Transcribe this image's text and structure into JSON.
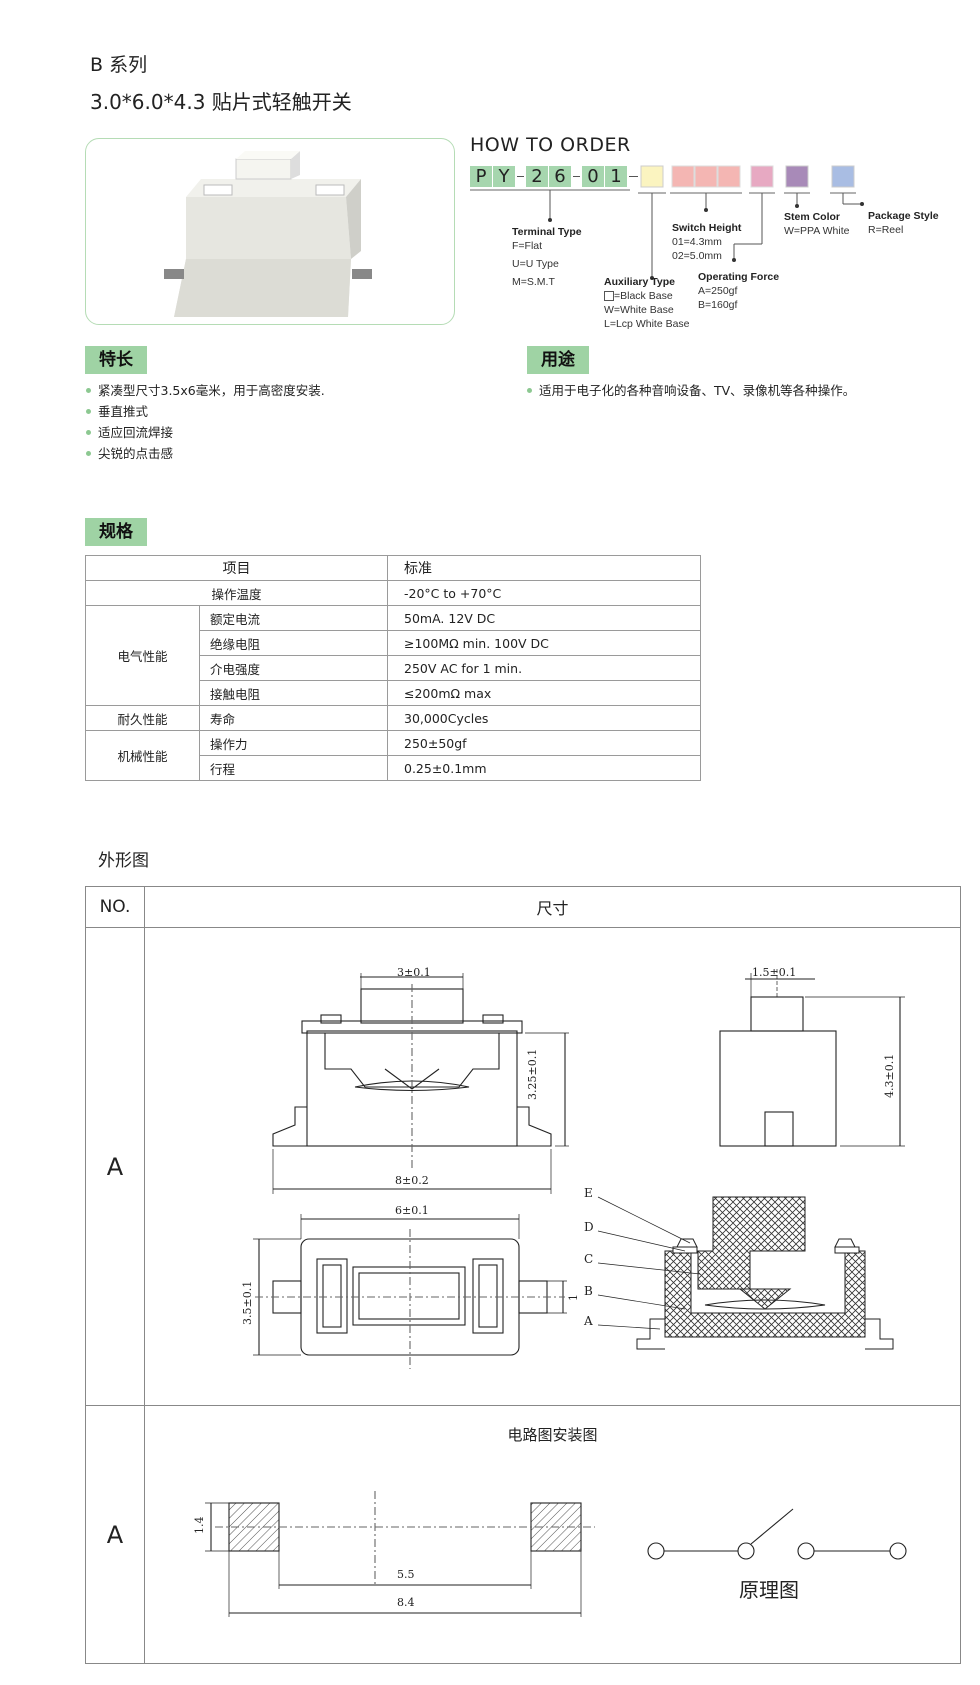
{
  "header": {
    "series": "B 系列",
    "title": "3.0*6.0*4.3 贴片式轻触开关"
  },
  "how_to_order": {
    "title": "HOW TO ORDER",
    "code_boxes": [
      {
        "text": "P",
        "color": "#a6d6ae"
      },
      {
        "text": "Y",
        "color": "#a6d6ae"
      },
      {
        "text": "2",
        "color": "#a6d6ae"
      },
      {
        "text": "6",
        "color": "#a6d6ae"
      },
      {
        "text": "0",
        "color": "#a6d6ae"
      },
      {
        "text": "1",
        "color": "#a6d6ae"
      }
    ],
    "slot_colors": [
      "#fbf4c0",
      "#f4b6b3",
      "#e7a9c2",
      "#a88ab8",
      "#a9bde3"
    ],
    "terminal_type": {
      "title": "Terminal Type",
      "options": [
        "F=Flat",
        "U=U Type",
        "M=S.M.T"
      ]
    },
    "auxiliary_type": {
      "title": "Auxiliary Type",
      "options": [
        "=Black Base",
        "W=White Base",
        "L=Lcp White Base"
      ]
    },
    "switch_height": {
      "title": "Switch Height",
      "options": [
        "01=4.3mm",
        "02=5.0mm"
      ]
    },
    "operating_force": {
      "title": "Operating Force",
      "options": [
        "A=250gf",
        "B=160gf"
      ]
    },
    "stem_color": {
      "title": "Stem Color",
      "options": [
        "W=PPA White"
      ]
    },
    "package_style": {
      "title": "Package Style",
      "options": [
        "R=Reel"
      ]
    }
  },
  "features": {
    "tag": "特长",
    "items": [
      "紧凑型尺寸3.5x6毫米，用于高密度安装.",
      "垂直推式",
      "适应回流焊接",
      "尖锐的点击感"
    ]
  },
  "usage": {
    "tag": "用途",
    "items": [
      "适用于电子化的各种音响设备、TV、录像机等各种操作。"
    ]
  },
  "spec": {
    "tag": "规格",
    "header": [
      "项目",
      "标准"
    ],
    "rows": {
      "temp": {
        "item": "操作温度",
        "value": "-20°C to +70°C"
      },
      "electrical": "电气性能",
      "current": {
        "item": "额定电流",
        "value": "50mA. 12V DC"
      },
      "insulation": {
        "item": "绝缘电阻",
        "value": "≥100MΩ min. 100V DC"
      },
      "dielectric": {
        "item": "介电强度",
        "value": "250V AC for 1 min."
      },
      "contact": {
        "item": "接触电阻",
        "value": "≤200mΩ max"
      },
      "durability": "耐久性能",
      "life": {
        "item": "寿命",
        "value": "30,000Cycles"
      },
      "mechanical": "机械性能",
      "force": {
        "item": "操作力",
        "value": "250±50gf"
      },
      "travel": {
        "item": "行程",
        "value": "0.25±0.1mm"
      }
    }
  },
  "outline": {
    "title": "外形图",
    "col_no": "NO.",
    "col_dim": "尺寸",
    "row_a": "A",
    "dims": {
      "top_width": "3±0.1",
      "side_height": "3.25±0.1",
      "overall_width": "8±0.2",
      "side_top": "1.5±0.1",
      "total_height": "4.3±0.1",
      "plan_width": "6±0.1",
      "plan_height": "3.5±0.1",
      "pin": "1"
    },
    "section_labels": [
      "E",
      "D",
      "C",
      "B",
      "A"
    ],
    "circuit_title": "电路图安装图",
    "row_a2": "A",
    "pad": {
      "h": "1.4",
      "gap": "5.5",
      "total": "8.4"
    },
    "schematic_label": "原理图"
  }
}
